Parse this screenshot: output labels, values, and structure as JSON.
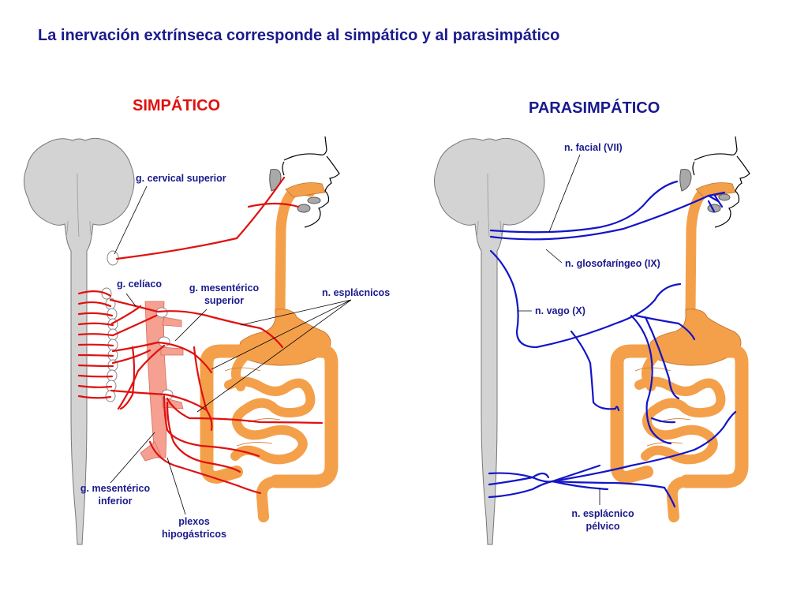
{
  "title": "La inervación extrínseca corresponde al simpático y al parasimpático",
  "simpatico": {
    "heading": "SIMPÁTICO",
    "labels": {
      "cervical": "g. cervical superior",
      "celiaco": "g. celíaco",
      "mesenterico_sup_1": "g. mesentérico",
      "mesenterico_sup_2": "superior",
      "esplacnicos": "n. esplácnicos",
      "mesenterico_inf_1": "g. mesentérico",
      "mesenterico_inf_2": "inferior",
      "plexos_1": "plexos",
      "plexos_2": "hipogástricos"
    }
  },
  "parasimpatico": {
    "heading": "PARASIMPÁTICO",
    "labels": {
      "facial": "n. facial (VII)",
      "glosofaringeo": "n. glosofaríngeo (IX)",
      "vago": "n. vago (X)",
      "esplacnico_pelvico_1": "n. esplácnico",
      "esplacnico_pelvico_2": "pélvico"
    }
  },
  "colors": {
    "title": "#1a1a8c",
    "sympathetic": "#e01010",
    "parasympathetic": "#1414c8",
    "digestive_tract": "#f4a04a",
    "cns": "#d3d3d3"
  }
}
